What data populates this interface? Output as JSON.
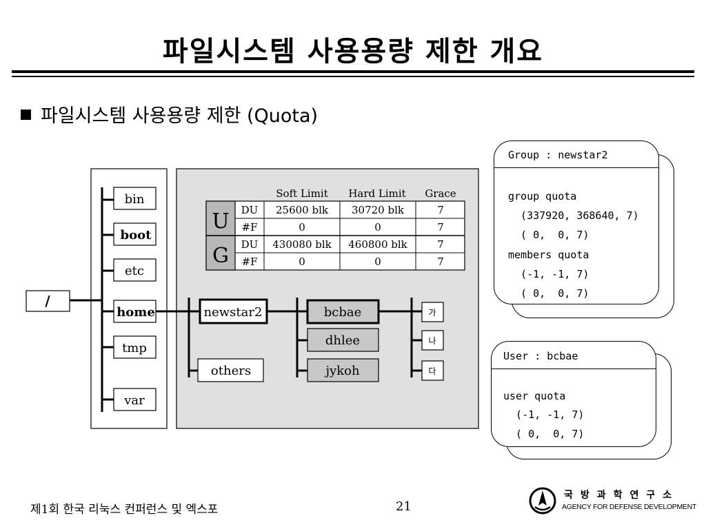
{
  "slide": {
    "title": "파일시스템 사용용량 제한 개요",
    "bullet": "파일시스템 사용용량 제한 (Quota)"
  },
  "tree": {
    "root": "/",
    "dirs": [
      "bin",
      "boot",
      "etc",
      "home",
      "tmp",
      "var"
    ],
    "home_children": [
      "newstar2",
      "others"
    ],
    "newstar2_children": [
      "bcbae",
      "dhlee",
      "jykoh"
    ],
    "bcbae_children": [
      "가",
      "나",
      "다"
    ]
  },
  "quota_table": {
    "headers": [
      "Soft Limit",
      "Hard Limit",
      "Grace"
    ],
    "groups": [
      {
        "label": "U",
        "rows": [
          {
            "type": "DU",
            "soft": "25600 blk",
            "hard": "30720 blk",
            "grace": "7"
          },
          {
            "type": "#F",
            "soft": "0",
            "hard": "0",
            "grace": "7"
          }
        ]
      },
      {
        "label": "G",
        "rows": [
          {
            "type": "DU",
            "soft": "430080 blk",
            "hard": "460800 blk",
            "grace": "7"
          },
          {
            "type": "#F",
            "soft": "0",
            "hard": "0",
            "grace": "7"
          }
        ]
      }
    ]
  },
  "group_note": {
    "header": "Group : newstar2",
    "lines": [
      "group quota",
      "  (337920, 368640, 7)",
      "  ( 0,  0, 7)",
      "members quota",
      "  (-1, -1, 7)",
      "  ( 0,  0, 7)"
    ]
  },
  "user_note": {
    "header": "User : bcbae",
    "lines": [
      "user quota",
      "  (-1, -1, 7)",
      "  ( 0,  0, 7)"
    ]
  },
  "footer": {
    "left": "제1회 한국 리눅스 컨퍼런스 및 엑스포",
    "page": "21",
    "org_korean": "국방과학연구소",
    "org_english": "AGENCY FOR DEFENSE DEVELOPMENT"
  },
  "colors": {
    "panel_bg": "#e0e0e0",
    "highlight_box": "#c8c8c8",
    "table_label_bg": "#b8b8b8"
  }
}
